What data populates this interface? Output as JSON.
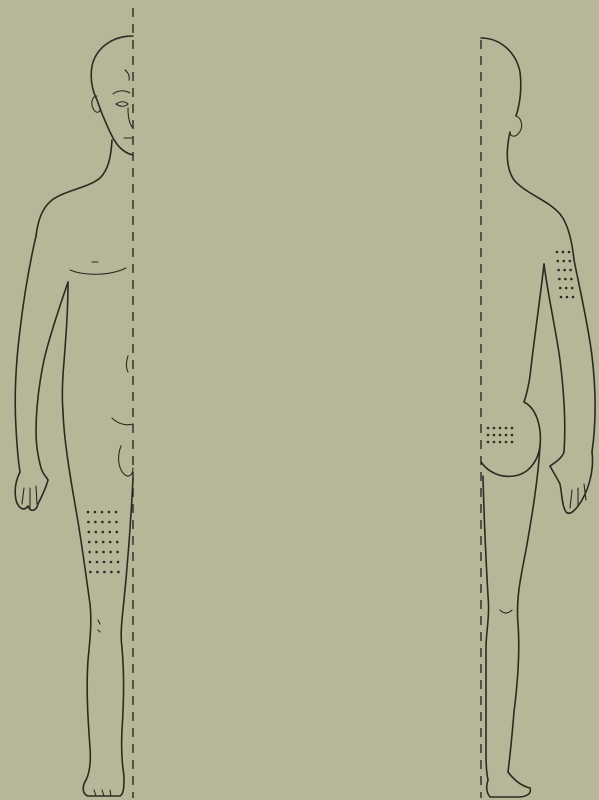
{
  "plate": {
    "background_color": "#b8b698",
    "line_color": "#2b2a22"
  },
  "figures": [
    {
      "view": "front",
      "marked_regions": [
        "thigh"
      ]
    },
    {
      "view": "back",
      "marked_regions": [
        "upper-arm",
        "buttock"
      ]
    }
  ]
}
